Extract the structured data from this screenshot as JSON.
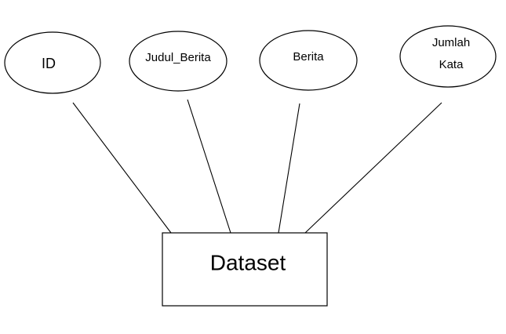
{
  "diagram": {
    "entity": {
      "label": "Dataset"
    },
    "attributes": [
      {
        "lines": [
          "ID"
        ]
      },
      {
        "lines": [
          "Judul_Berita"
        ]
      },
      {
        "lines": [
          "Berita"
        ]
      },
      {
        "lines": [
          "Jumlah",
          "Kata"
        ]
      }
    ]
  }
}
